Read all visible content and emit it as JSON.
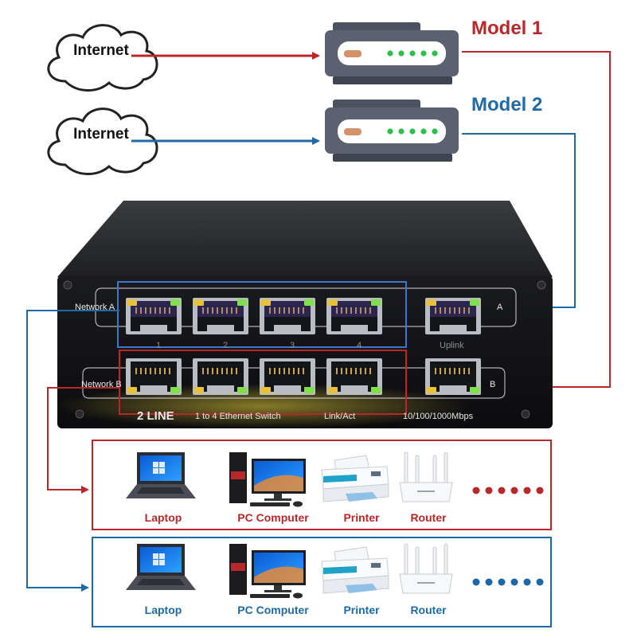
{
  "sources": [
    {
      "label": "Internet"
    },
    {
      "label": "Internet"
    }
  ],
  "modems": [
    {
      "label": "Model 1",
      "color": "#b8282a"
    },
    {
      "label": "Model 2",
      "color": "#1f6aa5"
    }
  ],
  "switch": {
    "network_a_label": "Network A",
    "network_b_label": "Network B",
    "port_a_letter": "A",
    "port_b_letter": "B",
    "port_numbers": [
      "1",
      "2",
      "3",
      "4"
    ],
    "uplink_label": "Uplink",
    "brand": "2 LINE",
    "description": "1 to 4 Ethernet Switch",
    "link_act": "Link/Act",
    "speed": "10/100/1000Mbps"
  },
  "device_groups": [
    {
      "color": "#b8282a",
      "devices": [
        "Laptop",
        "PC Computer",
        "Printer",
        "Router"
      ]
    },
    {
      "color": "#1f6aa5",
      "devices": [
        "Laptop",
        "PC Computer",
        "Printer",
        "Router"
      ]
    }
  ],
  "icons": [
    "cloud-icon",
    "modem-icon",
    "ethernet-port-icon",
    "laptop-icon",
    "pc-computer-icon",
    "printer-icon",
    "router-icon",
    "ellipsis-dots-icon"
  ]
}
